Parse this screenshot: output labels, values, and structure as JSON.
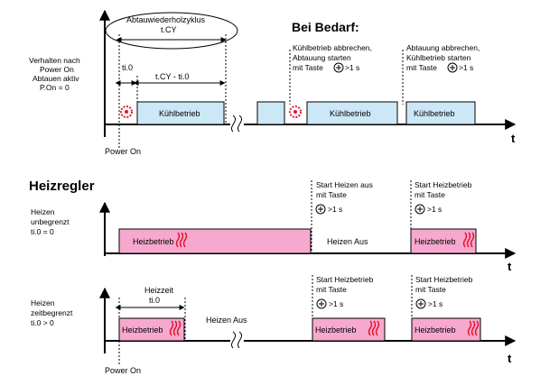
{
  "top": {
    "behavior_text": [
      "Verhalten nach",
      "Power On",
      "Abtauen aktiv",
      "P.On = 0"
    ],
    "cycle_label": [
      "Abtauwiederholzyklus",
      "t.CY"
    ],
    "ti0": "ti.0",
    "cy_minus": "t.CY - ti.0",
    "cooling": "Kühlbetrieb",
    "power_on": "Power On",
    "t": "t",
    "bedarf": "Bei Bedarf:",
    "note1": [
      "Kühlbetrieb abbrechen,",
      "Abtauung starten",
      "mit Taste",
      ">1 s"
    ],
    "note2": [
      "Abtauung abbrechen,",
      "Kühlbetrieb starten",
      "mit Taste",
      ">1 s"
    ]
  },
  "heiz": {
    "title": "Heizregler",
    "row1_label": [
      "Heizen",
      "unbegrenzt",
      "ti.0 = 0"
    ],
    "heating": "Heizbetrieb",
    "heizen_aus": "Heizen Aus",
    "note_aus": [
      "Start Heizen aus",
      "mit Taste",
      ">1 s"
    ],
    "note_start": [
      "Start Heizbetrieb",
      "mit Taste",
      ">1 s"
    ],
    "row2_label": [
      "Heizen",
      "zeitbegrenzt",
      "ti.0 > 0"
    ],
    "heizzeit": [
      "Heizzeit",
      "ti.0"
    ],
    "power_on": "Power On",
    "t": "t"
  }
}
